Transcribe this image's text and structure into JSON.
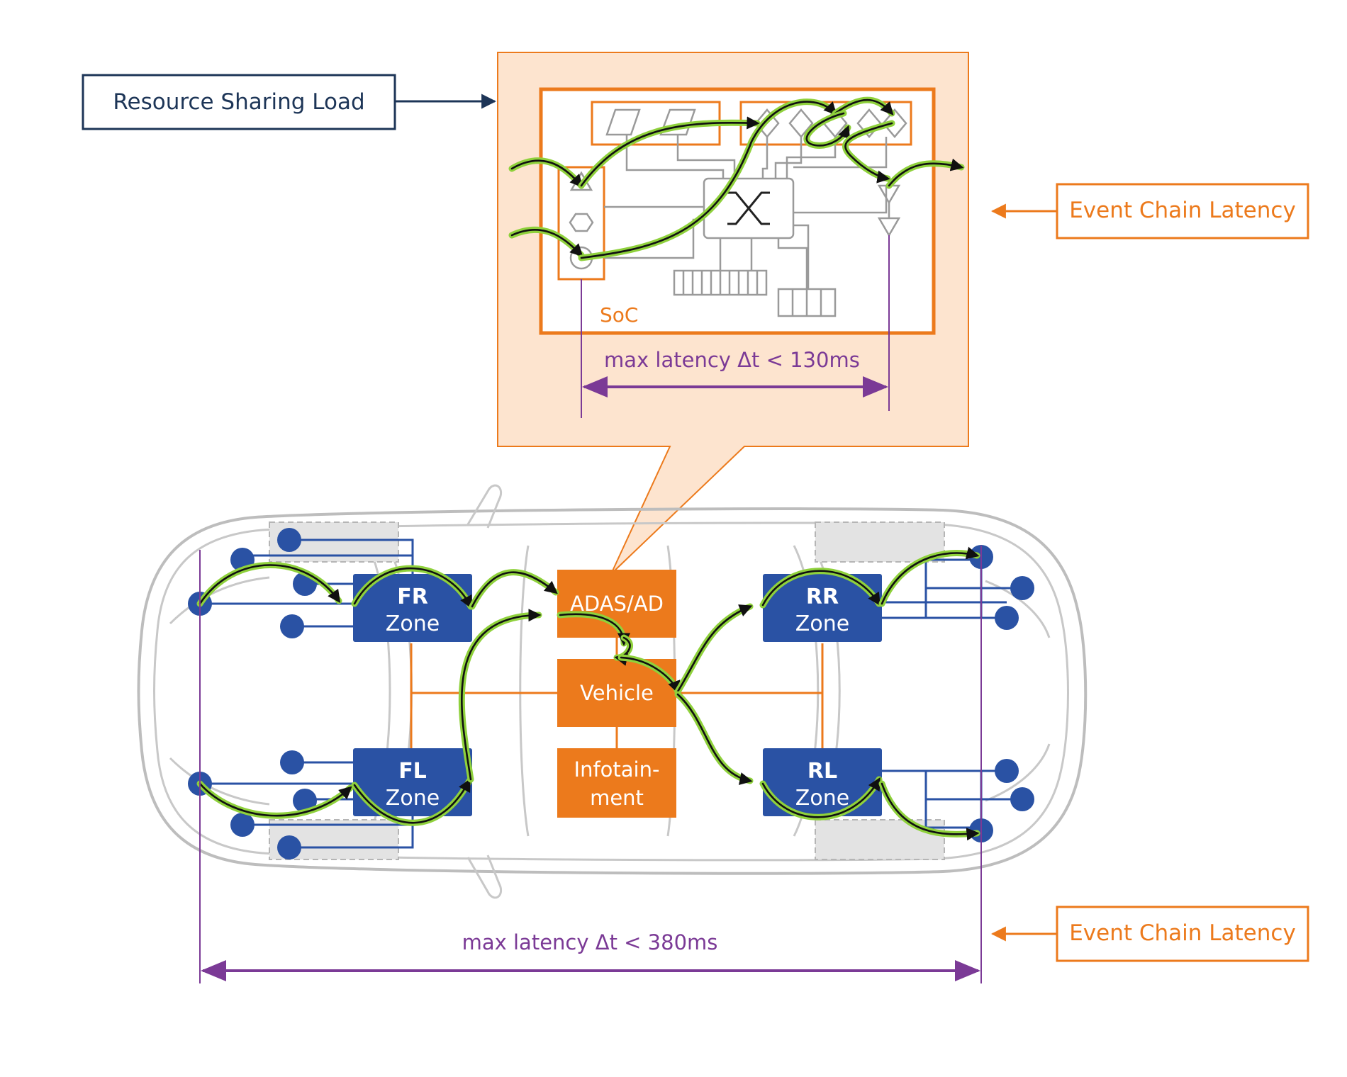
{
  "labels": {
    "resource_sharing": "Resource Sharing Load",
    "event_chain_top": "Event Chain Latency",
    "event_chain_bottom": "Event Chain Latency",
    "soc": "SoC",
    "latency_soc": "max latency Δt < 130ms",
    "latency_vehicle": "max latency Δt < 380ms"
  },
  "zones": {
    "fr": {
      "code": "FR",
      "word": "Zone"
    },
    "fl": {
      "code": "FL",
      "word": "Zone"
    },
    "rr": {
      "code": "RR",
      "word": "Zone"
    },
    "rl": {
      "code": "RL",
      "word": "Zone"
    }
  },
  "ecus": {
    "adas": "ADAS/AD",
    "vehicle": "Vehicle",
    "infotainment_line1": "Infotain-",
    "infotainment_line2": "ment"
  },
  "colors": {
    "navy": "#1d3557",
    "orange": "#ec7a1c",
    "purple": "#7b3a96",
    "zone_blue": "#2a52a4",
    "flow_green": "#8fd13c",
    "callout_fill": "#fde4cf"
  }
}
